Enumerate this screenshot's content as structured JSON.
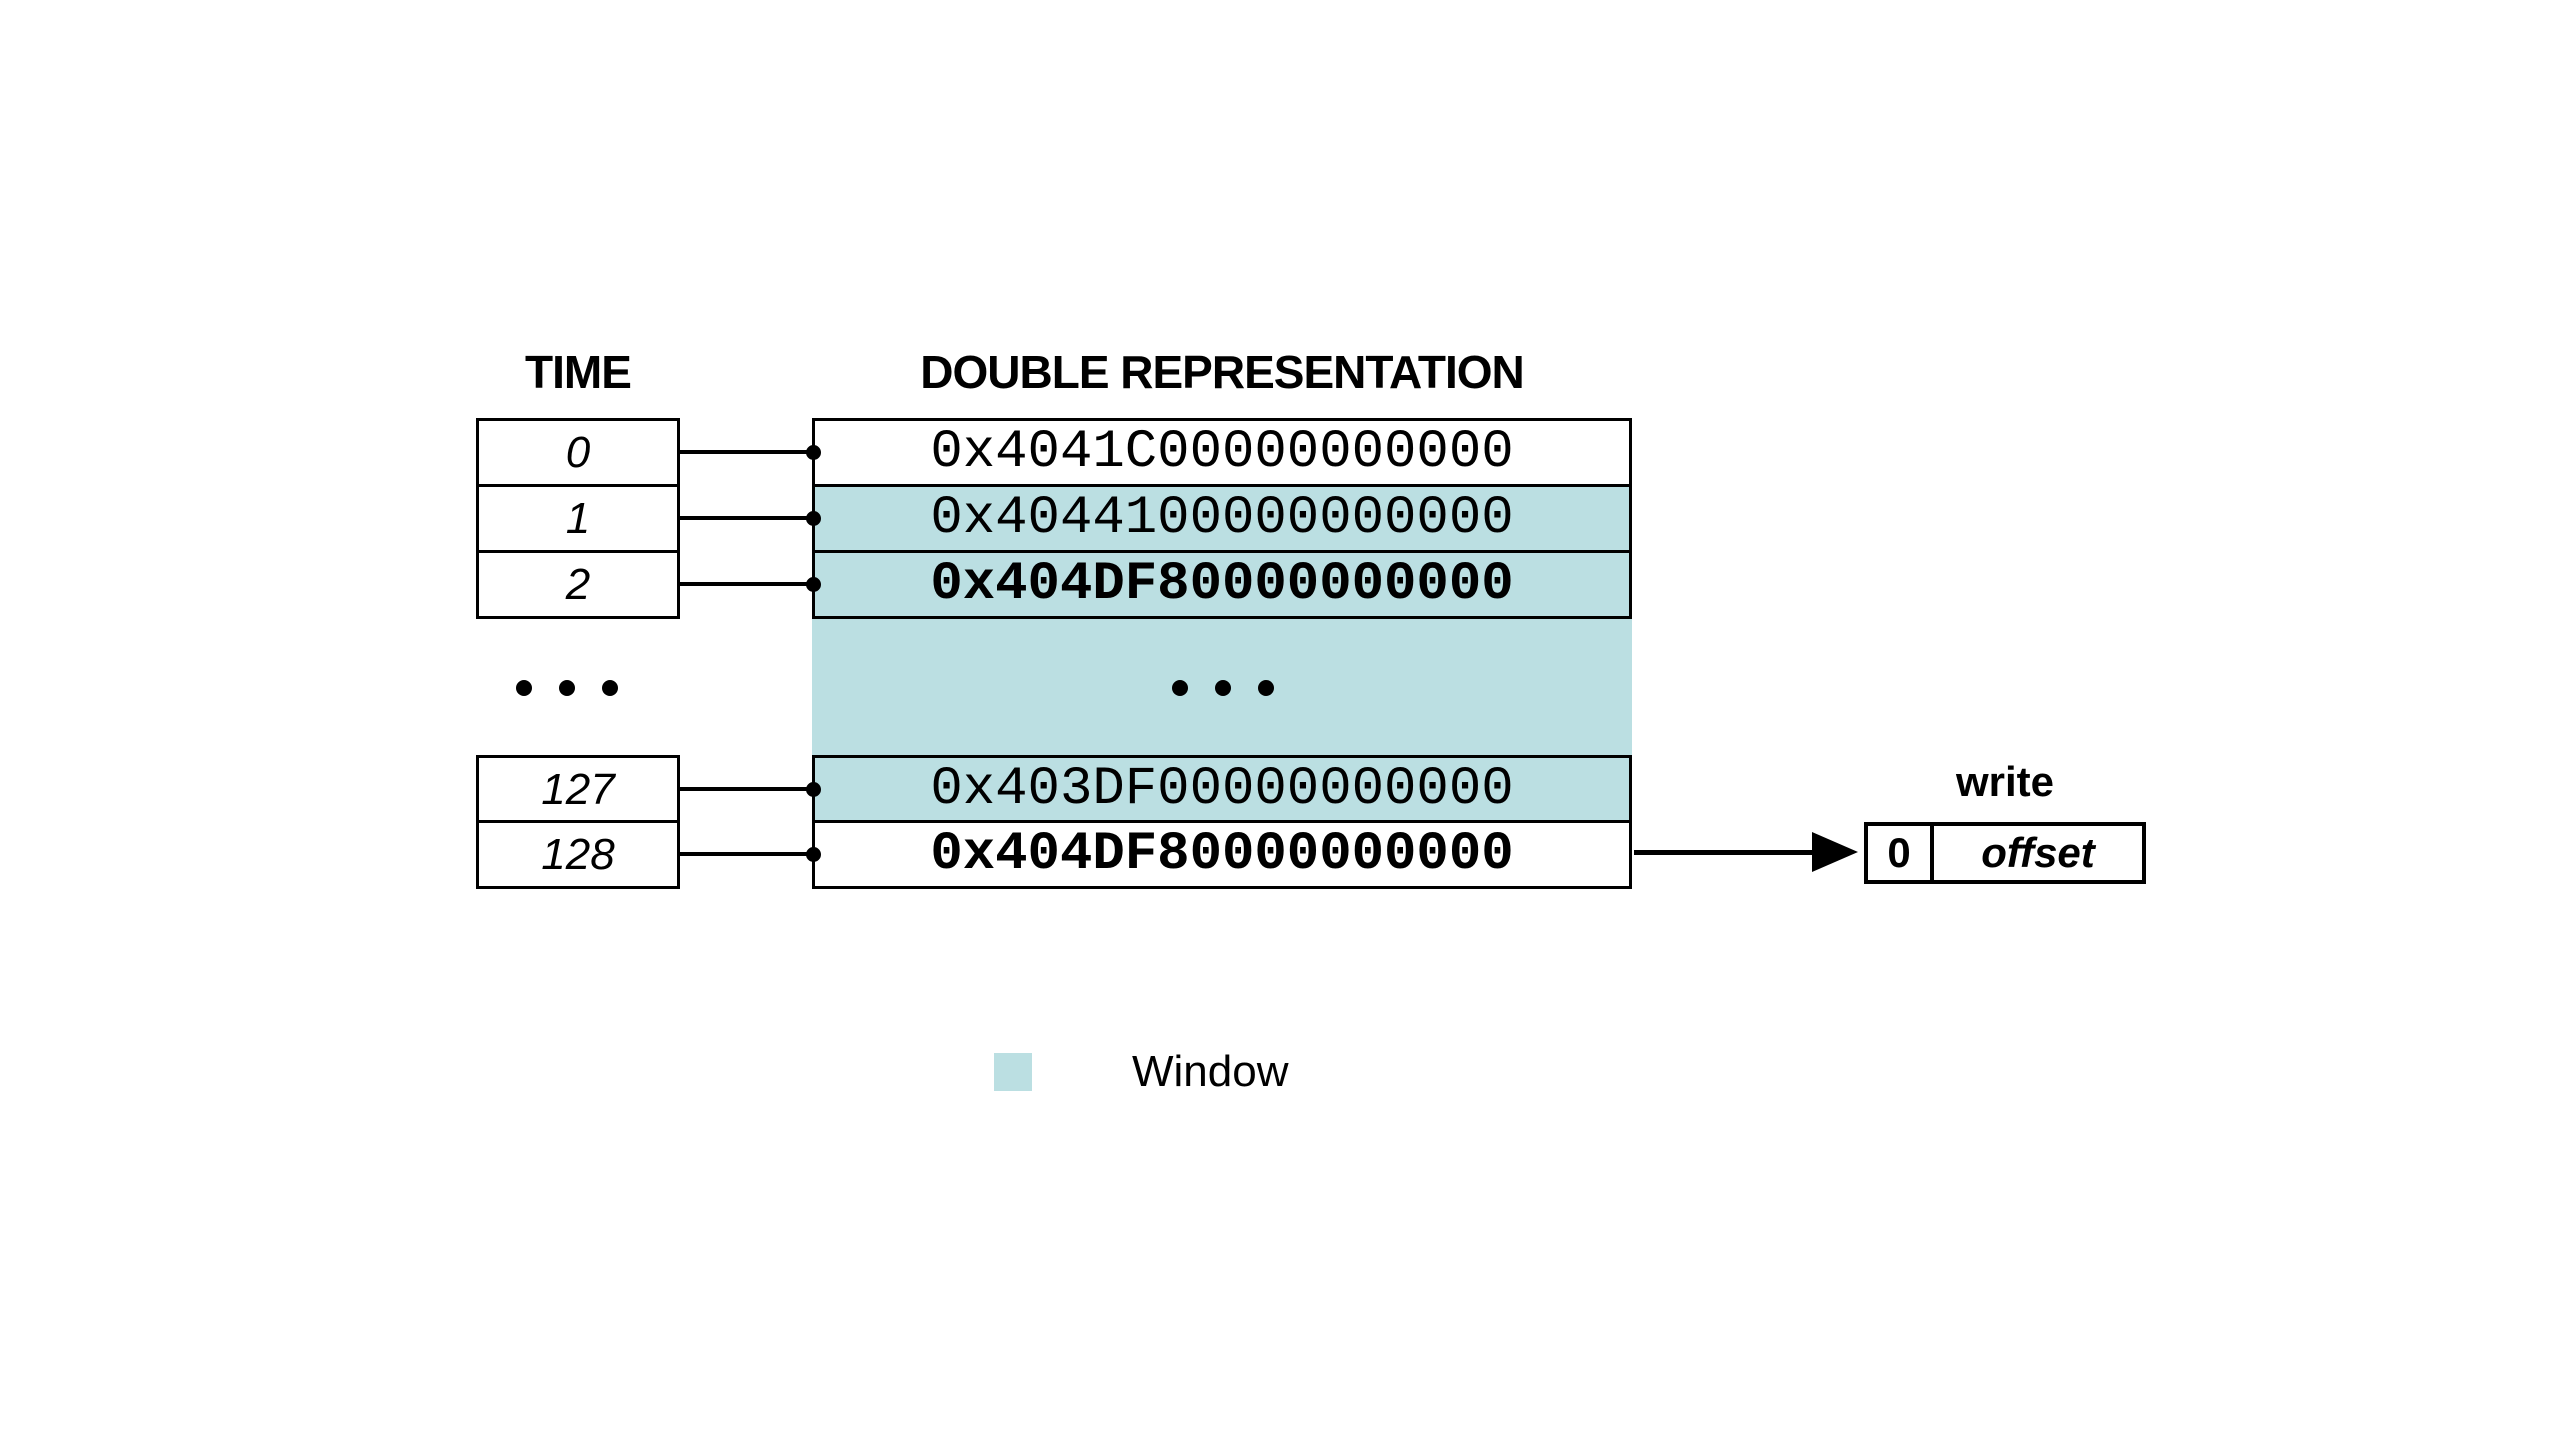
{
  "headers": {
    "time": "TIME",
    "double_representation": "DOUBLE REPRESENTATION"
  },
  "table": {
    "rows": [
      {
        "time": "0",
        "value": "0x4041C00000000000",
        "in_window": false,
        "emphasis": false
      },
      {
        "time": "1",
        "value": "0x4044100000000000",
        "in_window": true,
        "emphasis": false
      },
      {
        "time": "2",
        "value": "0x404DF80000000000",
        "in_window": true,
        "emphasis": true
      },
      {
        "time": "127",
        "value": "0x403DF00000000000",
        "in_window": true,
        "emphasis": false
      },
      {
        "time": "128",
        "value": "0x404DF80000000000",
        "in_window": false,
        "emphasis": true
      }
    ],
    "gap_between": [
      "2",
      "127"
    ]
  },
  "write_box": {
    "label": "write",
    "flag": "0",
    "field": "offset"
  },
  "legend": {
    "label": "Window",
    "swatch_color": "#BBDFE2"
  },
  "colors": {
    "window_fill": "#BBDFE2",
    "line": "#000000",
    "background": "#FFFFFF"
  }
}
